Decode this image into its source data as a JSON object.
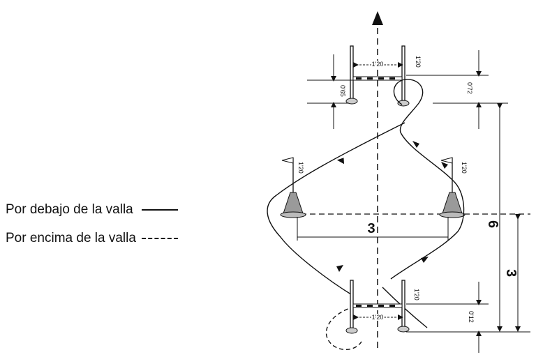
{
  "legend": {
    "under_label": "Por debajo de la valla",
    "over_label": "Por encima de la valla"
  },
  "measures": {
    "top_hurdle_width": "1'20",
    "top_post_height": "1'20",
    "top_bar_height": "0'65",
    "top_offset": "0'72",
    "cone_height_left": "1'20",
    "cone_height_right": "1'20",
    "cone_spacing": "3",
    "total_length": "6",
    "half_length": "3",
    "bottom_hurdle_width": "1'20",
    "bottom_post_height": "1'20",
    "bottom_offset": "0'12"
  },
  "colors": {
    "ink": "#111111",
    "cone": "#9a9a9a"
  },
  "icons": [
    "arrow-up-icon",
    "flag-icon",
    "cone-icon"
  ]
}
